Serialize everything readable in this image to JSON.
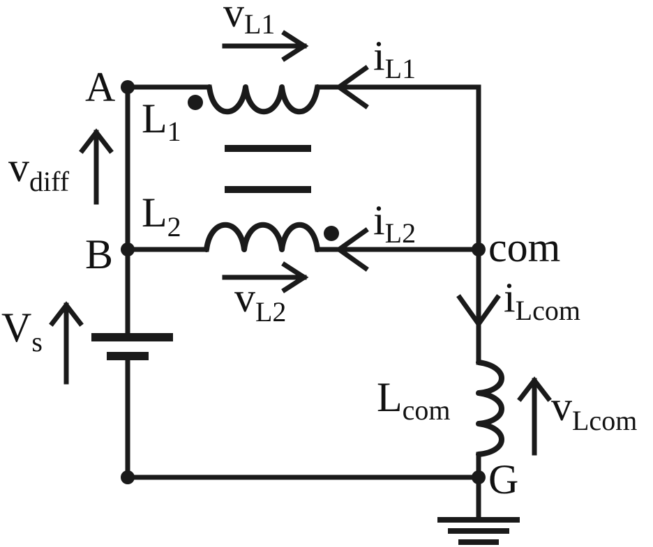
{
  "nodes": {
    "a": "A",
    "b": "B",
    "com": "com",
    "g": "G"
  },
  "inductors": {
    "l1": {
      "main": "L",
      "sub": "1"
    },
    "l2": {
      "main": "L",
      "sub": "2"
    },
    "lcom": {
      "main": "L",
      "sub": "com"
    }
  },
  "voltages": {
    "vl1": {
      "main": "v",
      "sub": "L1"
    },
    "vl2": {
      "main": "v",
      "sub": "L2"
    },
    "vdiff": {
      "main": "v",
      "sub": "diff"
    },
    "vs": {
      "main": "V",
      "sub": "s"
    },
    "vlcom": {
      "main": "v",
      "sub": "Lcom"
    }
  },
  "currents": {
    "il1": {
      "main": "i",
      "sub": "L1"
    },
    "il2": {
      "main": "i",
      "sub": "L2"
    },
    "ilcom": {
      "main": "i",
      "sub": "Lcom"
    }
  }
}
